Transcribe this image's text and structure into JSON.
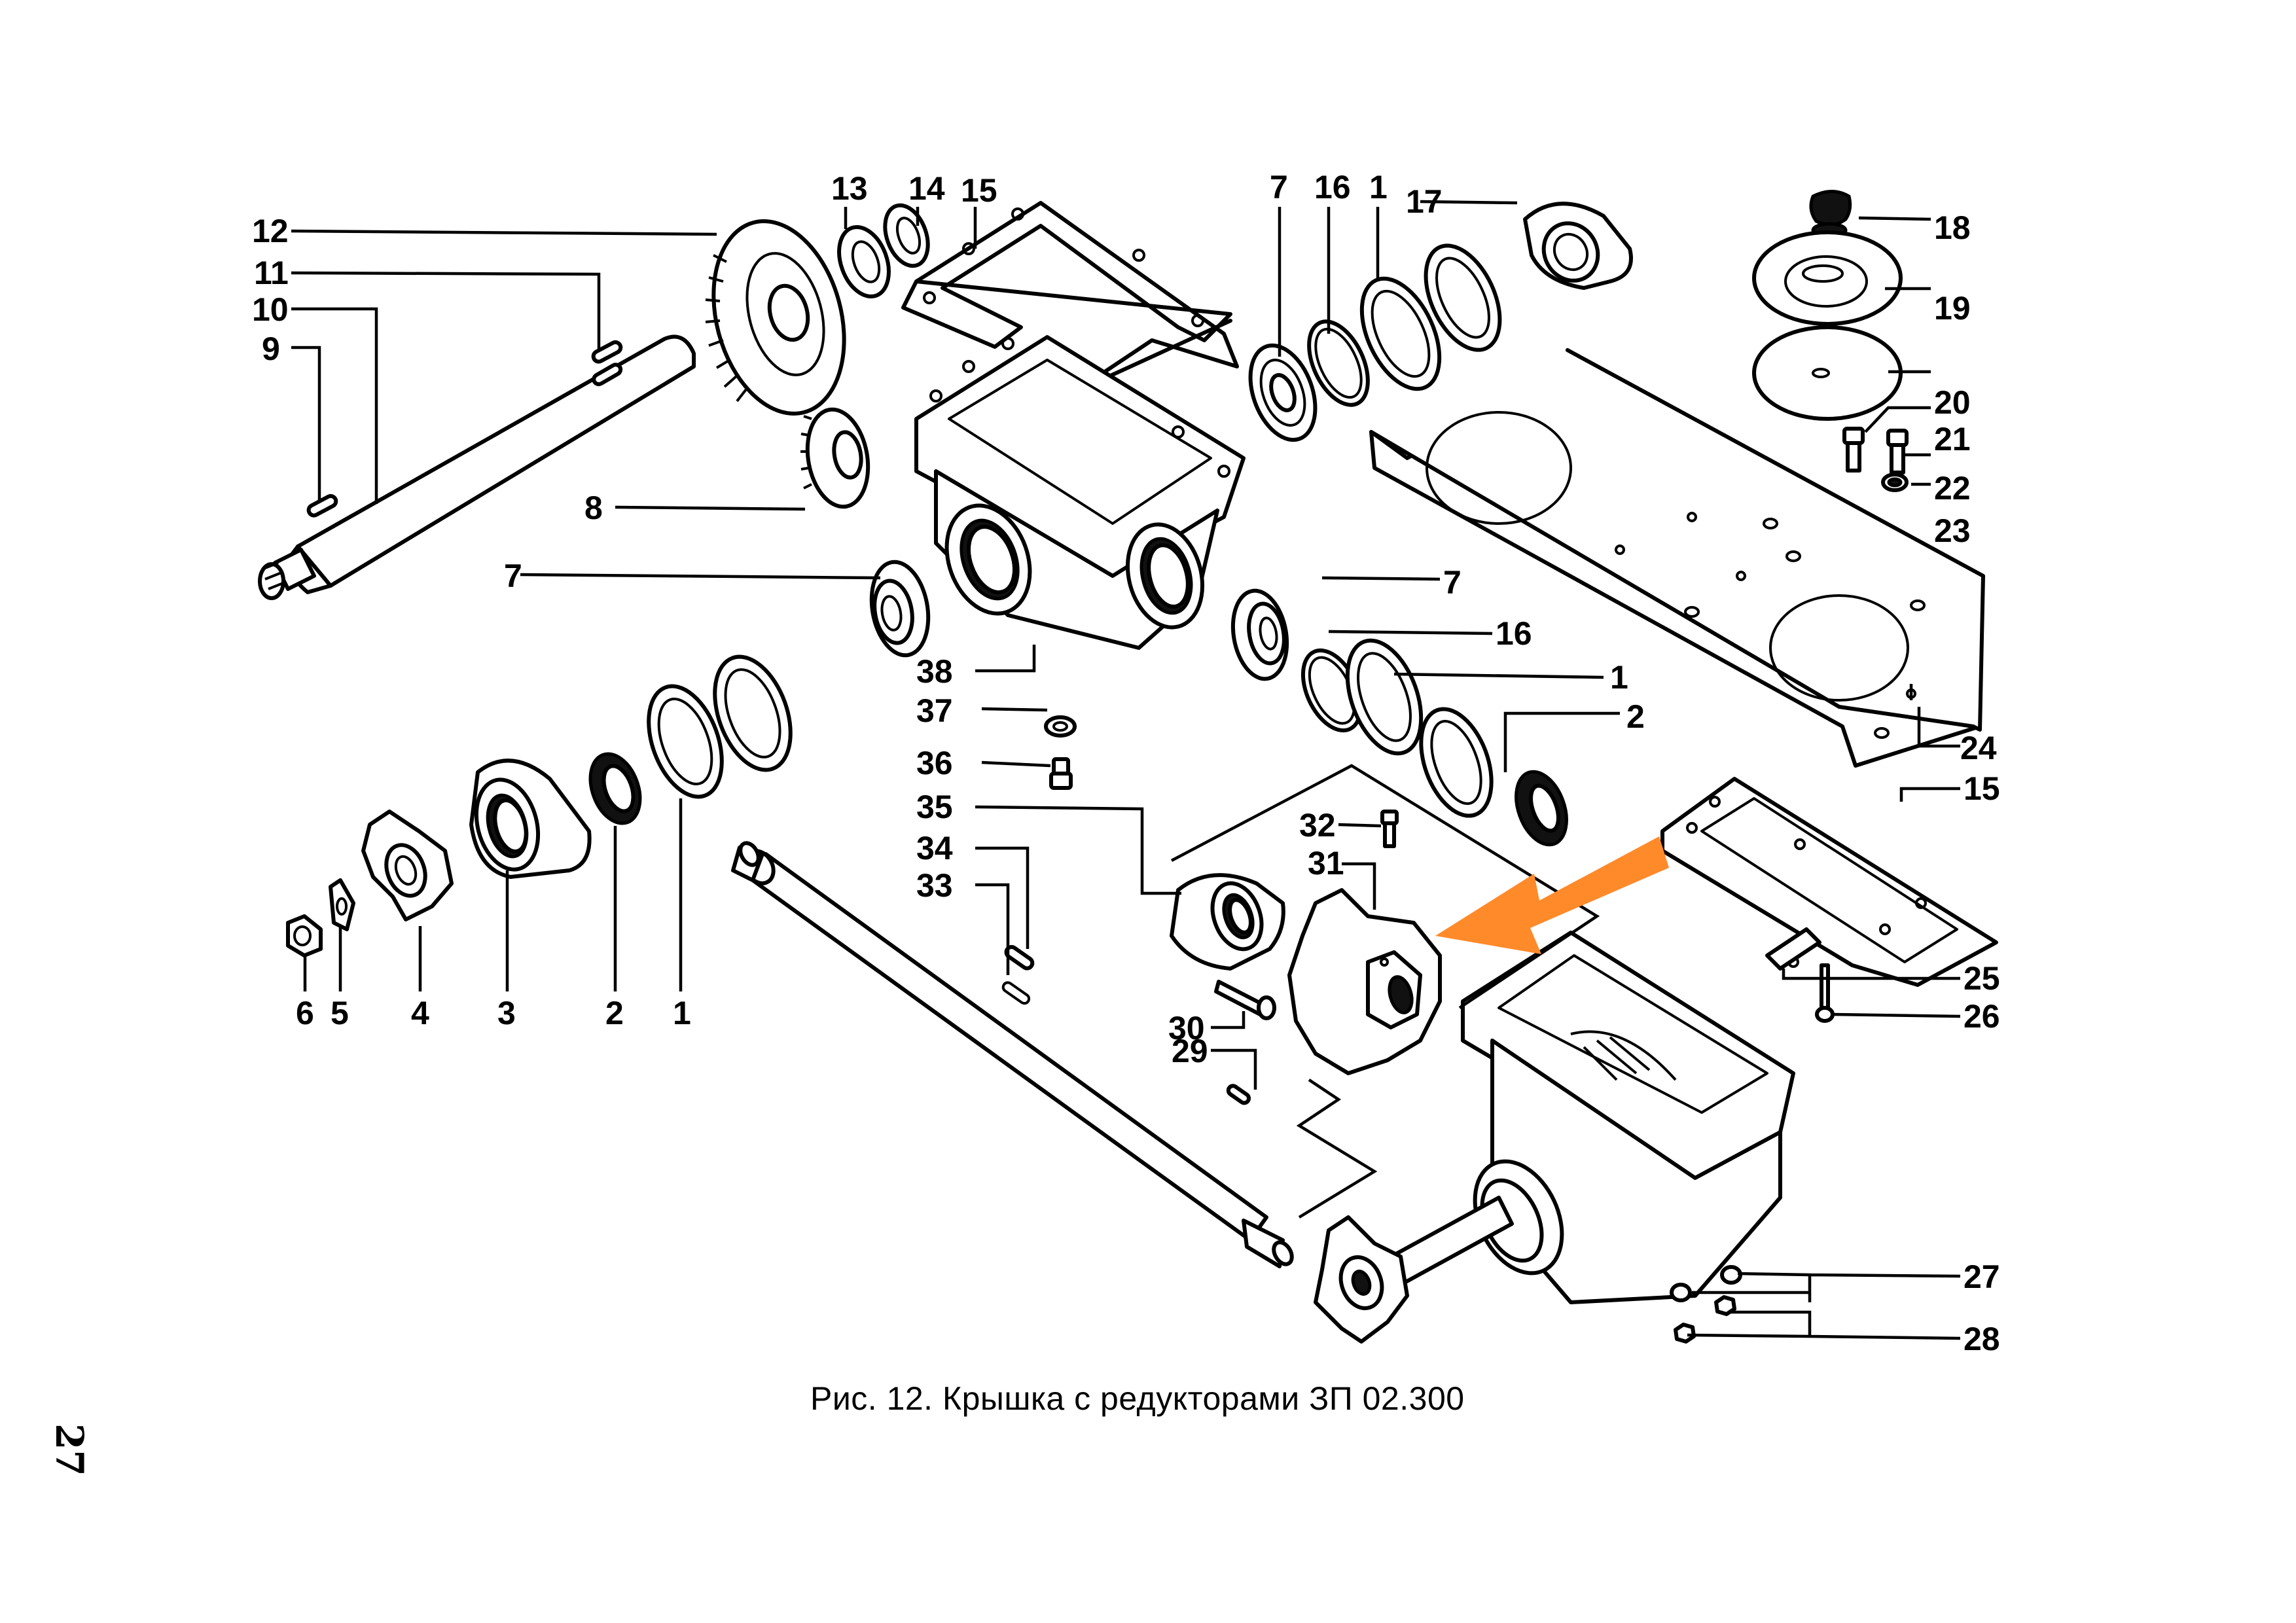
{
  "figure": {
    "caption": "Рис. 12. Крышка с редукторами ЗП 02.300",
    "page_number": "27"
  },
  "callouts": [
    "1",
    "2",
    "3",
    "4",
    "5",
    "6",
    "7",
    "8",
    "9",
    "10",
    "11",
    "12",
    "13",
    "14",
    "15",
    "16",
    "17",
    "18",
    "19",
    "20",
    "21",
    "22",
    "23",
    "24",
    "25",
    "26",
    "27",
    "28",
    "29",
    "30",
    "31",
    "32",
    "33",
    "34",
    "35",
    "36",
    "37",
    "38"
  ],
  "labels": {
    "l12": "12",
    "l11": "11",
    "l10": "10",
    "l9": "9",
    "l8": "8",
    "l7a": "7",
    "l13": "13",
    "l14": "14",
    "l15a": "15",
    "l7b": "7",
    "l16a": "16",
    "l1a": "1",
    "l17": "17",
    "l18": "18",
    "l19": "19",
    "l20": "20",
    "l21": "21",
    "l22": "22",
    "l23": "23",
    "l24": "24",
    "l7c": "7",
    "l16b": "16",
    "l1b": "1",
    "l2a": "2",
    "l15b": "15",
    "l25": "25",
    "l26": "26",
    "l27": "27",
    "l28": "28",
    "l38": "38",
    "l37": "37",
    "l36": "36",
    "l35": "35",
    "l34": "34",
    "l33": "33",
    "l32": "32",
    "l31": "31",
    "l30": "30",
    "l29": "29",
    "l6": "6",
    "l5": "5",
    "l4": "4",
    "l3": "3",
    "l2b": "2",
    "l1c": "1"
  },
  "highlight": {
    "type": "arrow",
    "color": "#ff8a2a",
    "points_from": "cover gasket 15",
    "points_to": "sprocket 31"
  }
}
